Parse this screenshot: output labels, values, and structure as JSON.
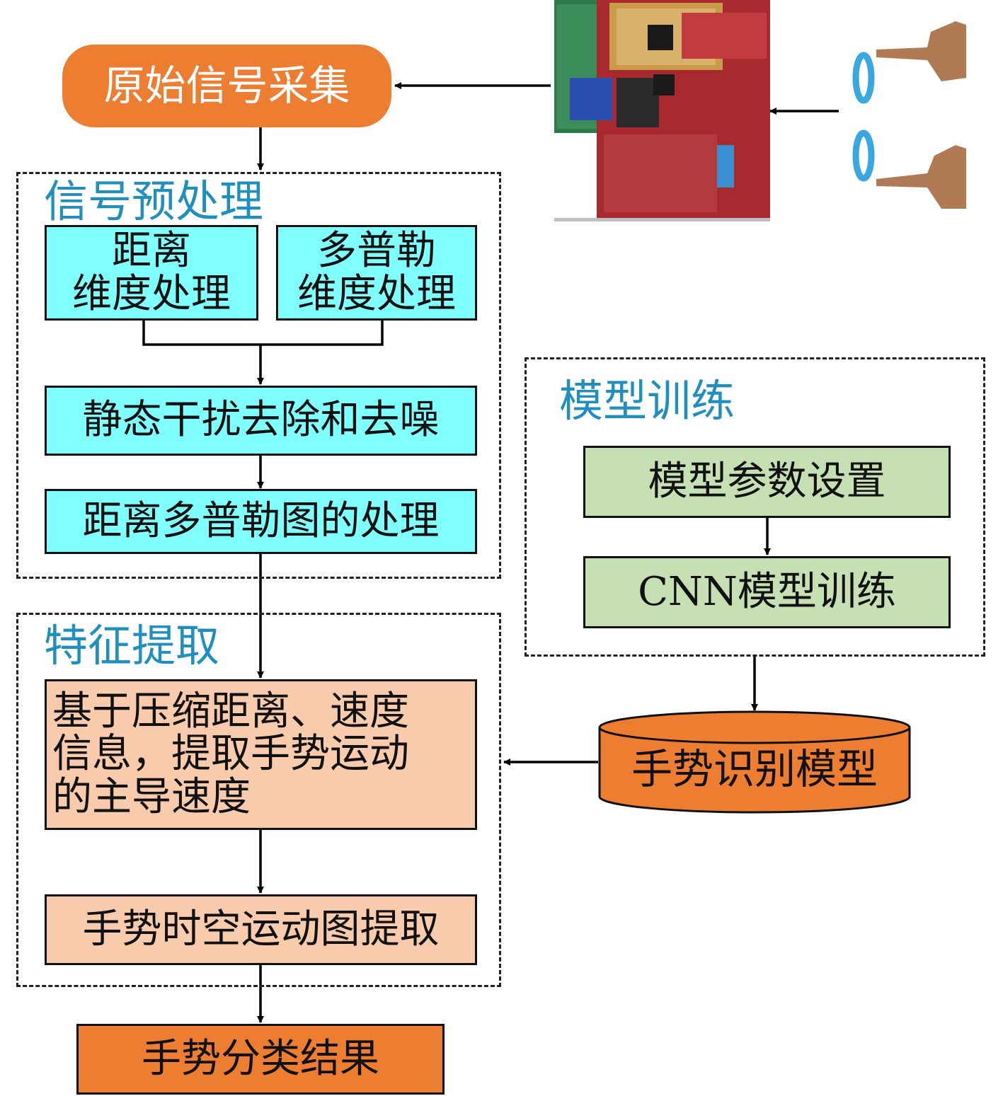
{
  "nodes": {
    "raw_acquisition": "原始信号采集",
    "range_processing": [
      "距离",
      "维度处理"
    ],
    "doppler_processing": [
      "多普勒",
      "维度处理"
    ],
    "static_clutter_removal": "静态干扰去除和去噪",
    "range_doppler_processing": "距离多普勒图的处理",
    "model_params": "模型参数设置",
    "cnn_training": "CNN模型训练",
    "gesture_model": "手势识别模型",
    "dominant_velocity": [
      "基于压缩距离、速度",
      "信息，提取手势运动",
      "的主导速度"
    ],
    "spatiotemporal_map": "手势时空运动图提取",
    "classification_result": "手势分类结果"
  },
  "groups": {
    "preprocessing": "信号预处理",
    "model_training": "模型训练",
    "feature_extraction": "特征提取"
  },
  "colors": {
    "cyan": "#80ffff",
    "green": "#c6e0b4",
    "peach": "#f8cbad",
    "orange": "#ed7d31",
    "group_title": "#1f8fc0"
  }
}
